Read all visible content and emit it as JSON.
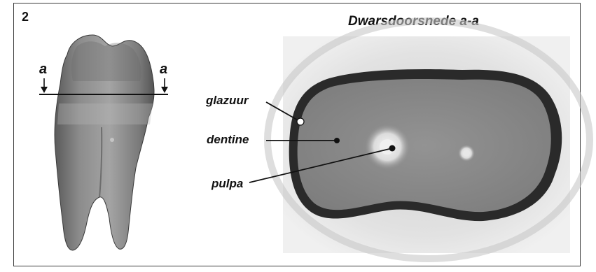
{
  "figure": {
    "number": "2",
    "caption": "Dwarsdoorsnede a-a"
  },
  "tooth": {
    "cut_marker_left": "a",
    "cut_marker_right": "a"
  },
  "cross_section": {
    "labels": {
      "enamel": "glazuur",
      "dentine": "dentine",
      "pulp": "pulpa"
    }
  },
  "colors": {
    "frame": "#3a3a3a",
    "text": "#111111",
    "scan_background": "#dcdcdc",
    "enamel_rim": "#2a2a2a",
    "dentine": "#8a8a8a",
    "pulp": "#e6e6e6"
  }
}
